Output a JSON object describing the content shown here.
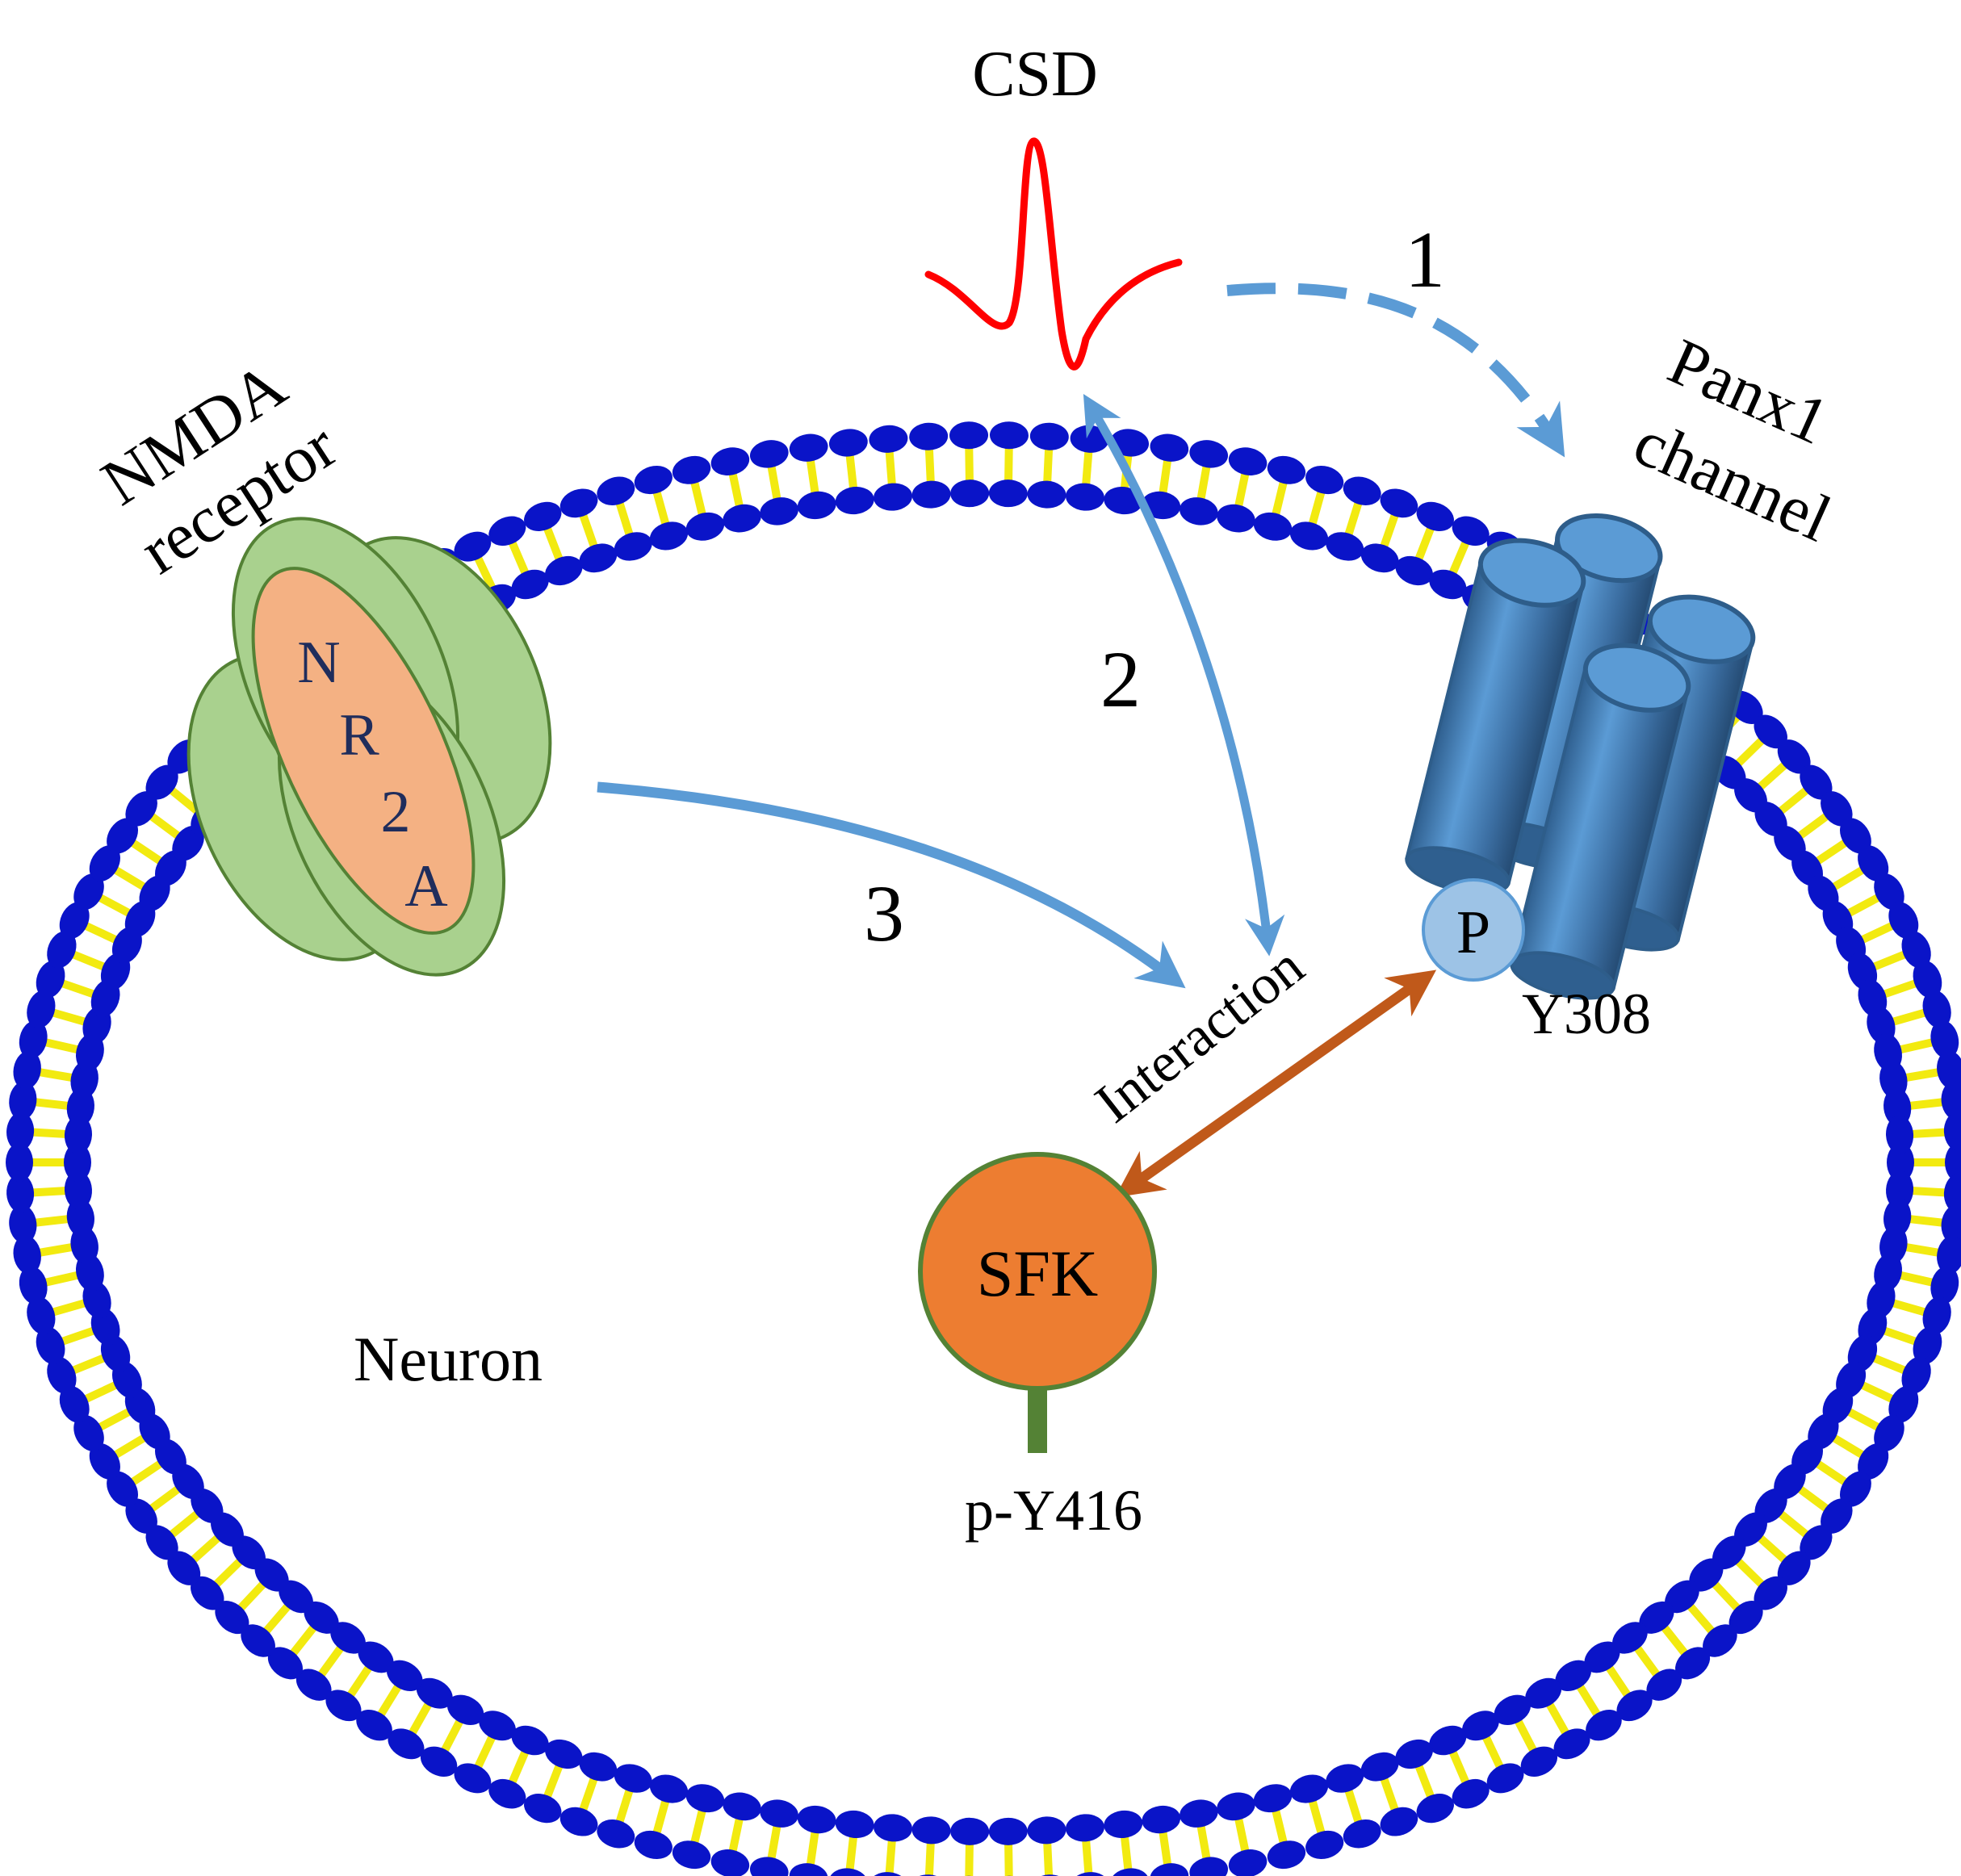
{
  "labels": {
    "csd": "CSD",
    "step1": "1",
    "step2": "2",
    "step3": "3",
    "nmda_line1": "NMDA",
    "nmda_line2": "receptor",
    "nr2a_letters": [
      "N",
      "R",
      "2",
      "A"
    ],
    "panx1_line1": "Panx1",
    "panx1_line2": "channel",
    "phospho": "P",
    "y308": "Y308",
    "interaction": "Interaction",
    "sfk": "SFK",
    "py416": "p-Y416",
    "neuron": "Neuron"
  },
  "colors": {
    "membrane_head": "#0a14c8",
    "membrane_tail": "#f2ea10",
    "arrow_blue": "#5b9bd5",
    "arrow_orange": "#c0591a",
    "csd_wave": "#ff0000",
    "nmda_green": "#a9d18e",
    "nmda_green_edge": "#548235",
    "nr2a_peach": "#f4b183",
    "panx1_blue": "#4a86c0",
    "panx1_top": "#5b9bd5",
    "sfk_orange": "#ed7d31",
    "sfk_edge": "#548235",
    "phospho_fill": "#9dc3e6"
  }
}
